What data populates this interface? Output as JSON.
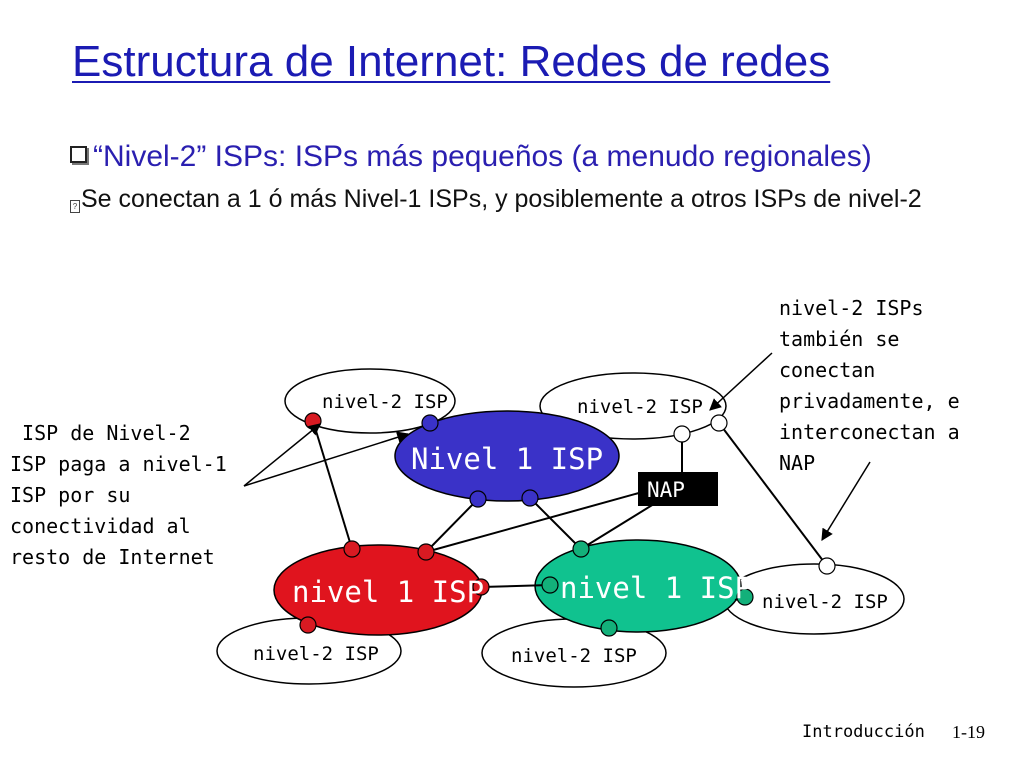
{
  "slide": {
    "title": "Estructura de Internet: Redes de redes",
    "bullet1": "“Nivel-2” ISPs: ISPs más pequeños (a menudo regionales)",
    "bullet2": "Se conectan a 1 ó más Nivel-1 ISPs, y posiblemente a otros ISPs de nivel-2"
  },
  "diagram": {
    "tier1_top": "Nivel 1 ISP",
    "tier1_left": "nivel 1 ISP",
    "tier1_right": "nivel 1 ISP",
    "nap": "NAP",
    "tier2_top_left": "nivel-2 ISP",
    "tier2_top_right": "nivel-2 ISP",
    "tier2_right": "nivel-2 ISP",
    "tier2_bottom_left": "nivel-2 ISP",
    "tier2_bottom_mid": "nivel-2 ISP",
    "colors": {
      "tier1_top": "#3a32c8",
      "tier1_left": "#e0141e",
      "tier1_right": "#10c28f",
      "nap": "#000000",
      "router_red": "#d81a22",
      "router_blue": "#3a32c8",
      "router_green": "#13b07a",
      "router_white": "#ffffff"
    }
  },
  "notes": {
    "left": " ISP de Nivel-2\nISP paga a nivel-1\nISP por su\nconectividad al\nresto de Internet",
    "right": "nivel-2 ISPs\ntambién se\nconectan\nprivadamente, e\ninterconectan a\nNAP"
  },
  "footer": {
    "section": "Introducción",
    "page": "1-19"
  }
}
